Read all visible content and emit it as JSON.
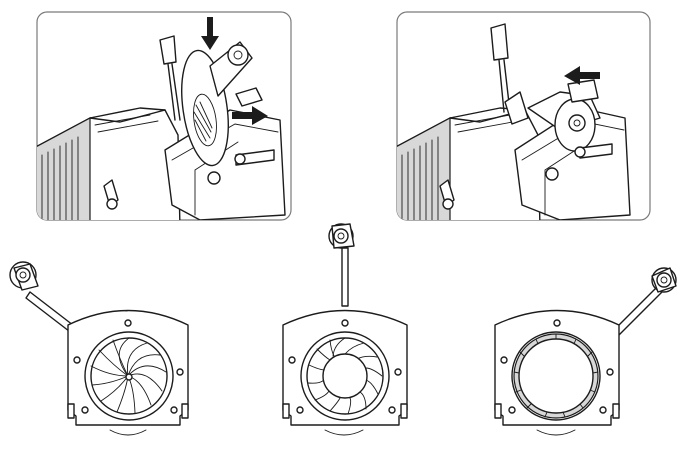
{
  "figure": {
    "panels": [
      {
        "id": "install-step",
        "arrows": [
          "down",
          "right"
        ]
      },
      {
        "id": "installed-step",
        "arrows": [
          "left"
        ]
      }
    ],
    "iris_states": [
      {
        "id": "iris-closed",
        "lever": "upper-left"
      },
      {
        "id": "iris-half-open",
        "lever": "top-center"
      },
      {
        "id": "iris-open",
        "lever": "upper-right"
      }
    ],
    "colors": {
      "line": "#1c1c1c",
      "panel_border": "#7a7a7a",
      "shade": "#d8d8d8",
      "background": "#ffffff"
    }
  }
}
